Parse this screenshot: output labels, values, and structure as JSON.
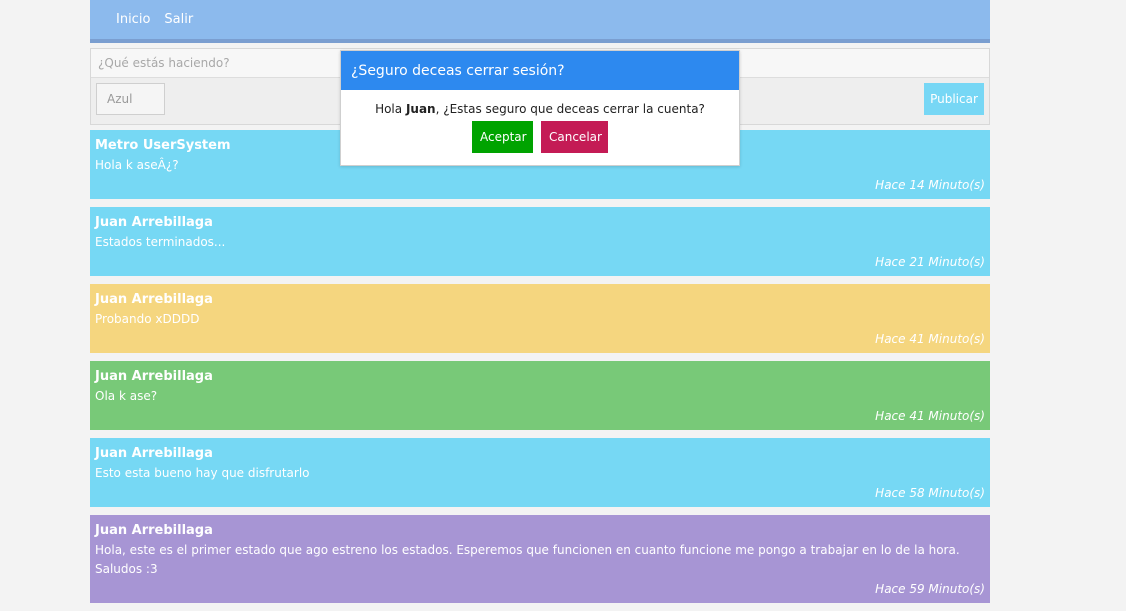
{
  "nav": {
    "items": [
      {
        "label": "Inicio"
      },
      {
        "label": "Salir"
      }
    ]
  },
  "composer": {
    "placeholder": "¿Qué estás haciendo?",
    "color_selected": "Azul",
    "publish_label": "Publicar"
  },
  "posts": [
    {
      "author": "Metro UserSystem",
      "text": "Hola k aseÂ¿?",
      "time": "Hace 14 Minuto(s)",
      "color": "#76d8f4"
    },
    {
      "author": "Juan Arrebillaga",
      "text": "Estados terminados...",
      "time": "Hace 21 Minuto(s)",
      "color": "#76d8f4"
    },
    {
      "author": "Juan Arrebillaga",
      "text": "Probando xDDDD",
      "time": "Hace 41 Minuto(s)",
      "color": "#f5d67f"
    },
    {
      "author": "Juan Arrebillaga",
      "text": "Ola k ase?",
      "time": "Hace 41 Minuto(s)",
      "color": "#78c978"
    },
    {
      "author": "Juan Arrebillaga",
      "text": "Esto esta bueno hay que disfrutarlo",
      "time": "Hace 58 Minuto(s)",
      "color": "#76d8f4"
    },
    {
      "author": "Juan Arrebillaga",
      "text": "Hola, este es el primer estado que ago estreno los estados. Esperemos que funcionen en cuanto funcione me pongo a trabajar en lo de la hora. Saludos :3",
      "time": "Hace 59 Minuto(s)",
      "color": "#a795d4"
    }
  ],
  "dialog": {
    "title": "¿Seguro deceas cerrar sesión?",
    "message_prefix": "Hola ",
    "user_name": "Juan",
    "message_suffix": ", ¿Estas seguro que deceas cerrar la cuenta?",
    "accept_label": "Aceptar",
    "cancel_label": "Cancelar"
  },
  "colors": {
    "navbar": "#8cbaed",
    "dialog_header": "#2d89ef",
    "accept": "#00a300",
    "cancel": "#c41b55",
    "publish": "#77d7f5"
  }
}
